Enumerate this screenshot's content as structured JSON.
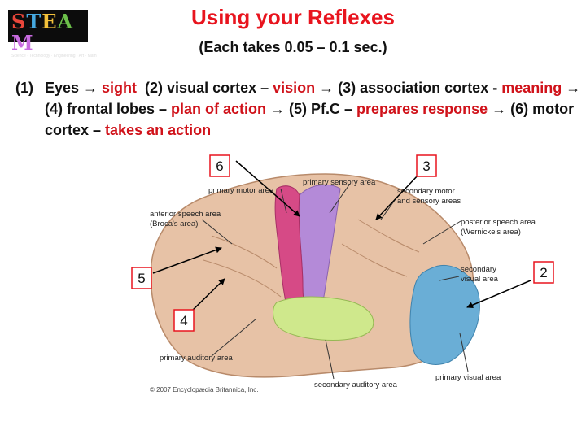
{
  "logo": {
    "letters": [
      "S",
      "T",
      "E",
      "A",
      "M"
    ],
    "tagline": "Science · Technology · Engineering · Art · Math"
  },
  "title": "Using your Reflexes",
  "subtitle": "(Each takes 0.05 – 0.1 sec.)",
  "steps": {
    "number": "(1)",
    "p1": "Eyes → ",
    "h1": "sight",
    "p2": "  (2) visual cortex – ",
    "h2": "vision",
    "p3": " → (3) association cortex - ",
    "h3": "meaning",
    "p4": " → (4) frontal lobes – ",
    "h4": "plan of action",
    "p5": " → (5) Pf.C – ",
    "h5": "prepares response",
    "p6": " → (6) motor cortex – ",
    "h6": "takes an action"
  },
  "brain_labels": {
    "primary_motor": "primary motor area",
    "primary_sensory": "primary sensory area",
    "secondary_motor_1": "secondary motor",
    "secondary_motor_2": "and sensory areas",
    "anterior_speech_1": "anterior speech area",
    "anterior_speech_2": "(Broca's area)",
    "posterior_speech_1": "posterior speech area",
    "posterior_speech_2": "(Wernicke's area)",
    "secondary_visual_1": "secondary",
    "secondary_visual_2": "visual area",
    "primary_auditory": "primary auditory area",
    "secondary_auditory": "secondary auditory area",
    "primary_visual": "primary visual area",
    "copyright": "© 2007 Encyclopædia Britannica, Inc."
  },
  "markers": {
    "m6": "6",
    "m3": "3",
    "m5": "5",
    "m2": "2",
    "m4": "4"
  },
  "colors": {
    "title_red": "#e8141e",
    "highlight_red": "#d0121a",
    "motor_pink": "#d64a86",
    "sensory_purple": "#b48ad8",
    "visual_blue": "#6aaed6",
    "auditory_green": "#cfe88c",
    "cortex_tan": "#e7c2a6"
  }
}
